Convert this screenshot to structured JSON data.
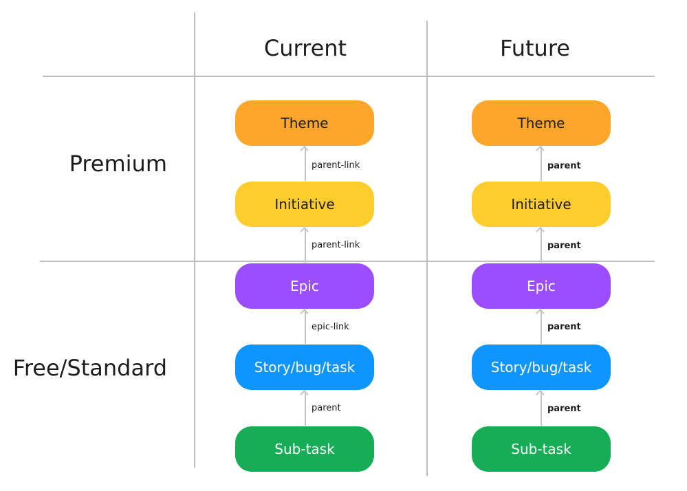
{
  "columns": {
    "current": "Current",
    "future": "Future"
  },
  "rows": {
    "premium": "Premium",
    "free_standard": "Free/Standard"
  },
  "current": {
    "theme": "Theme",
    "initiative": "Initiative",
    "epic": "Epic",
    "story": "Story/bug/task",
    "subtask": "Sub-task",
    "link_initiative_theme": "parent-link",
    "link_epic_initiative": "parent-link",
    "link_story_epic": "epic-link",
    "link_subtask_story": "parent"
  },
  "future": {
    "theme": "Theme",
    "initiative": "Initiative",
    "epic": "Epic",
    "story": "Story/bug/task",
    "subtask": "Sub-task",
    "link_initiative_theme": "parent",
    "link_epic_initiative": "parent",
    "link_story_epic": "parent",
    "link_subtask_story": "parent"
  },
  "colors": {
    "theme": "#fea62b",
    "initiative": "#fecd2d",
    "epic": "#9c4dff",
    "story": "#0e95ff",
    "subtask": "#17ad56",
    "grid": "#bdbdbd"
  }
}
